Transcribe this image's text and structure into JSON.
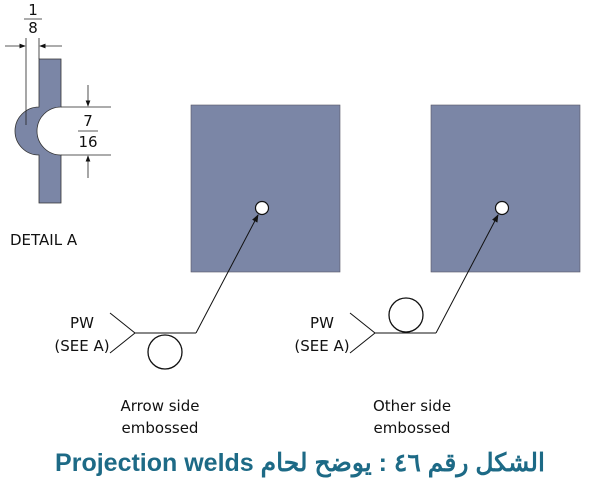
{
  "detail": {
    "thickness_num": "1",
    "thickness_den": "8",
    "height_num": "7",
    "height_den": "16",
    "label": "DETAIL A"
  },
  "left_symbol": {
    "line1": "PW",
    "line2": "(SEE A)",
    "caption1": "Arrow side",
    "caption2": "embossed"
  },
  "right_symbol": {
    "line1": "PW",
    "line2": "(SEE A)",
    "caption1": "Other side",
    "caption2": "embossed"
  },
  "title": "الشكل رقم ٤٦ : يوضح لحام Projection welds",
  "colors": {
    "plate": "#7b86a6",
    "title": "#1d6a86"
  }
}
